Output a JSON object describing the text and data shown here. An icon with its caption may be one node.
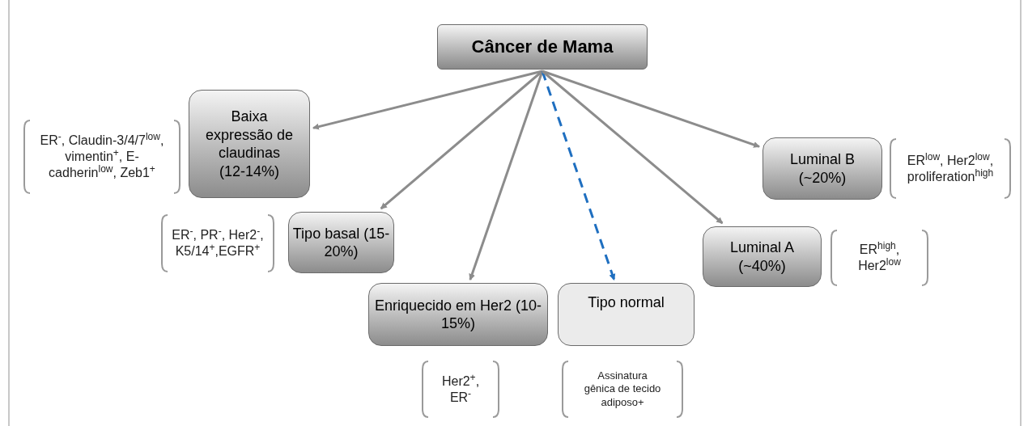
{
  "diagram": {
    "nodes": [
      {
        "text": [
          "Câncer de Mama"
        ]
      },
      {
        "text": [
          "Baixa expressão de claudinas (12-14%)"
        ]
      },
      {
        "text": [
          "ER$^{-}$, Claudin-3/4/7$^{low}$, vimentin$^{+}$, E-cadherin$^{low}$, Zeb1$^{+}$"
        ]
      },
      {
        "text": [
          "Luminal B (~20%)"
        ]
      },
      {
        "text": [
          "ER$^{low}$, Her2$^{low}$, proliferation$^{high}$"
        ]
      },
      {
        "text": [
          "Tipo basal (15-20%)"
        ]
      },
      {
        "text": [
          "ER$^{-}$, PR$^{-}$, Her2$^{-}$, K5/14$^{+}$,EGFR$^{+}$"
        ]
      },
      {
        "text": [
          "Luminal A (~40%)"
        ]
      },
      {
        "text": [
          "ER$^{high}$, Her2$^{low}$"
        ]
      },
      {
        "text": [
          "Enriquecido em Her2 (10-15%)"
        ]
      },
      {
        "text": [
          "Tipo normal"
        ]
      },
      {
        "text": [
          "Her2$^{+}$, ER$^{-}$"
        ]
      },
      {
        "text": [
          "Assinatura gênica de tecido adiposo+"
        ]
      }
    ],
    "edges": [
      {
        "from": 0,
        "to": 1,
        "arrow": "to"
      },
      {
        "from": 0,
        "to": 5,
        "arrow": "to"
      },
      {
        "from": 0,
        "to": 9,
        "arrow": "to"
      },
      {
        "from": 0,
        "to": 10,
        "arrow": "to",
        "style": "dashed",
        "color": "#1f6fc0"
      },
      {
        "from": 0,
        "to": 7,
        "arrow": "to"
      },
      {
        "from": 0,
        "to": 3,
        "arrow": "to"
      }
    ]
  }
}
